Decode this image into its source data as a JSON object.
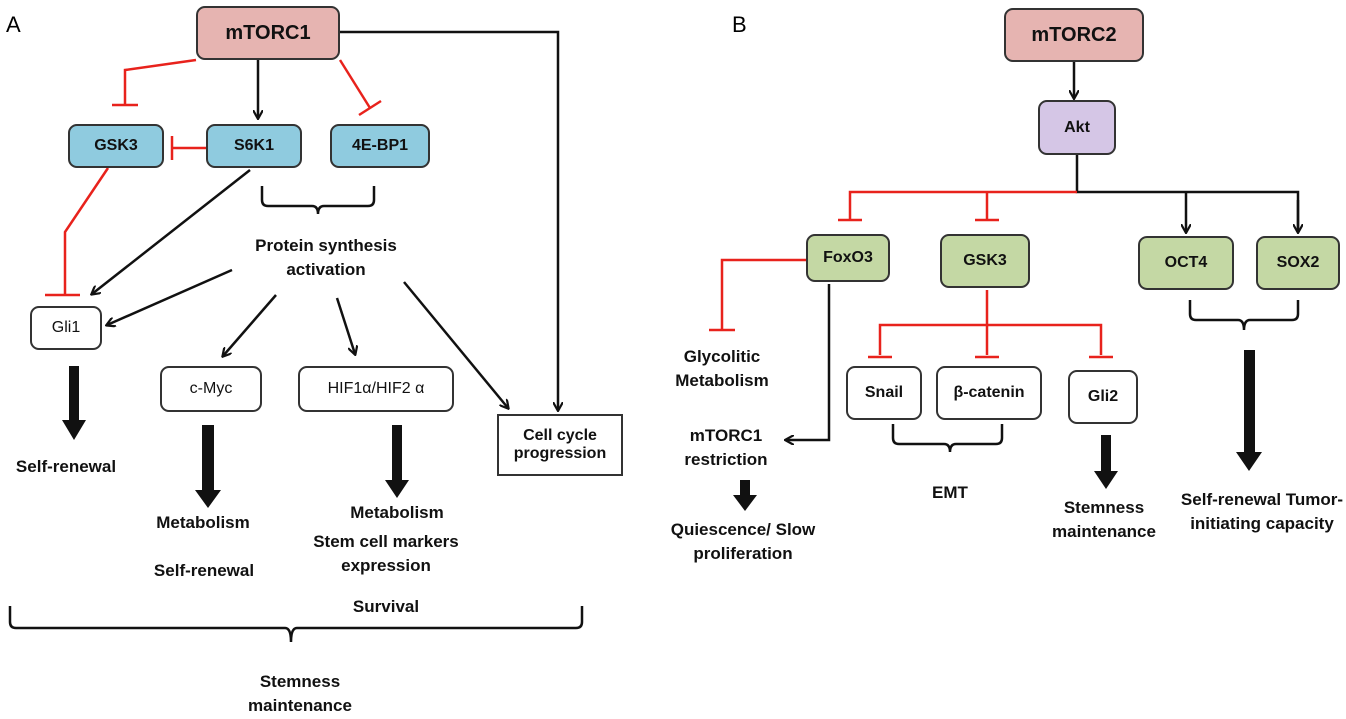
{
  "panel_a": {
    "letter": "A",
    "nodes": {
      "mtorc1": "mTORC1",
      "gsk3": "GSK3",
      "s6k1": "S6K1",
      "ebp1": "4E-BP1",
      "gli1": "Gli1",
      "cmyc": "c-Myc",
      "hif": "HIF1α/HIF2 α",
      "cellcycle": "Cell cycle progression"
    },
    "labels": {
      "protein_synthesis": "Protein synthesis activation",
      "self_renewal_gli1": "Self-renewal",
      "metabolism_cmyc": "Metabolism",
      "self_renewal_cmyc": "Self-renewal",
      "metabolism_hif": "Metabolism",
      "stem_markers": "Stem cell markers expression",
      "survival": "Survival",
      "stemness": "Stemness maintenance"
    }
  },
  "panel_b": {
    "letter": "B",
    "nodes": {
      "mtorc2": "mTORC2",
      "akt": "Akt",
      "foxo3": "FoxO3",
      "gsk3": "GSK3",
      "oct4": "OCT4",
      "sox2": "SOX2",
      "snail": "Snail",
      "bcatenin": "β-catenin",
      "gli2": "Gli2"
    },
    "labels": {
      "glycolytic": "Glycolitic Metabolism",
      "mtorc1_restriction": "mTORC1 restriction",
      "quiescence": "Quiescence/ Slow proliferation",
      "emt": "EMT",
      "stemness": "Stemness maintenance",
      "self_renewal": "Self-renewal Tumor-initiating capacity"
    }
  },
  "colors": {
    "activation": "#111111",
    "inhibition": "#e8221c",
    "mtorc_fill": "#e6b4b1",
    "downstream_a_fill": "#8fcbdf",
    "akt_fill": "#d5c6e6",
    "downstream_b_fill": "#c4d8a4"
  }
}
